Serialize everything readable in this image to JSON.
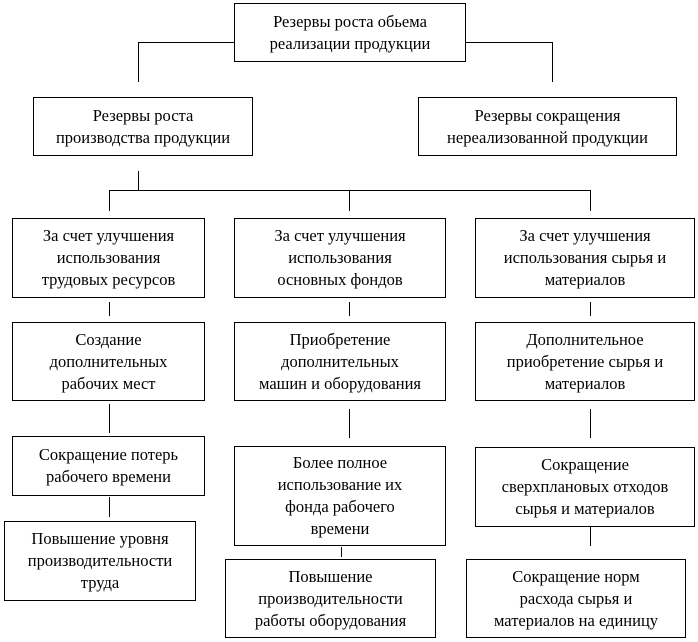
{
  "root": "Резервы роста обьема\nреализации продукции",
  "level2": {
    "left": "Резервы роста\nпроизводства продукции",
    "right": "Резервы сокращения\nнереализованной продукции"
  },
  "columns": [
    {
      "header": "За счет улучшения\nиспользования\nтрудовых ресурсов",
      "items": [
        "Создание\nдополнительных\nрабочих мест",
        "Сокращение потерь\nрабочего времени",
        "Повышение уровня\nпроизводительности\nтруда"
      ]
    },
    {
      "header": "За счет улучшения\nиспользования\nосновных фондов",
      "items": [
        "Приобретение\nдополнительных\nмашин и оборудования",
        "Более полное\nиспользование их\nфонда рабочего\nвремени",
        "Повышение\nпроизводительности\nработы оборудования"
      ]
    },
    {
      "header": "За счет улучшения\nиспользования сырья и\nматериалов",
      "items": [
        "Дополнительное\nприобретение сырья и\nматериалов",
        "Сокращение\nсверхплановых отходов\nсырья и материалов",
        "Сокращение норм\nрасхода сырья и\nматериалов на единицу"
      ]
    }
  ]
}
